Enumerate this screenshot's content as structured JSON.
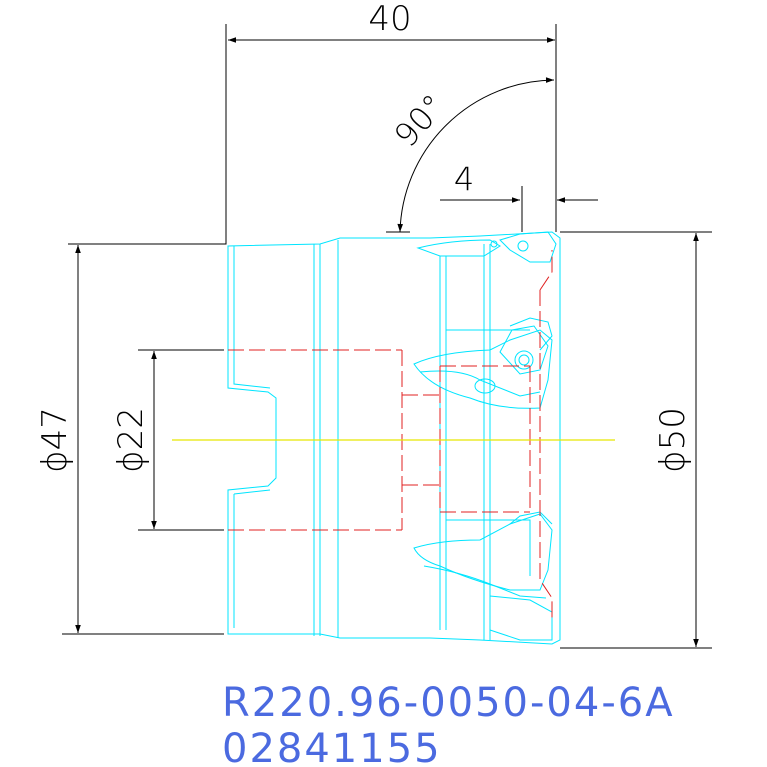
{
  "dimensions": {
    "width_label": "40",
    "angle_label": "90°",
    "chamfer_label": "4",
    "body_diameter_label": "ϕ47",
    "bore_diameter_label": "ϕ22",
    "cutter_diameter_label": "ϕ50"
  },
  "part": {
    "designation": "R220.96-0050-04-6A",
    "item_number": "02841155"
  },
  "colors": {
    "dimension": "#000000",
    "outline": "#00e5ff",
    "hidden": "#e02020",
    "centerline": "#e8e800",
    "text": "#4b6ae0"
  }
}
